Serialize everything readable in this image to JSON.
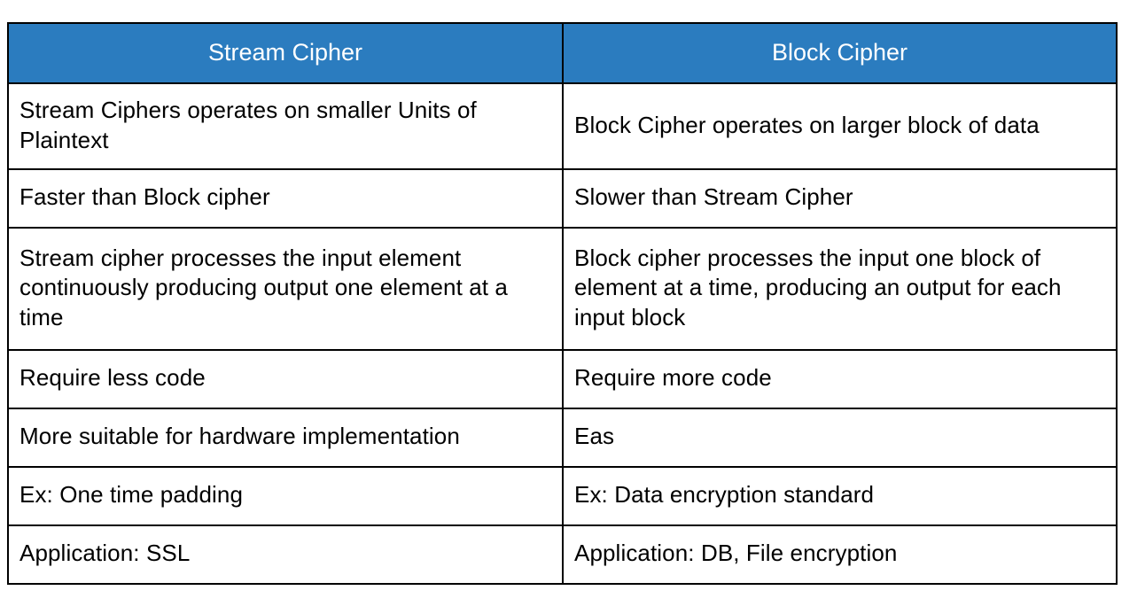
{
  "table": {
    "headers": [
      {
        "label": "Stream Cipher"
      },
      {
        "label": "Block Cipher"
      }
    ],
    "header_background": "#2b7cbf",
    "header_text_color": "#ffffff",
    "border_color": "#000000",
    "rows": [
      {
        "left": "Stream Ciphers operates on smaller Units of Plaintext",
        "right": "Block Cipher operates on larger block of data"
      },
      {
        "left": "Faster than Block cipher",
        "right": "Slower than Stream Cipher"
      },
      {
        "left": "Stream cipher processes the input element continuously producing output one element at a time",
        "right": "Block cipher processes the input one block of element at a time, producing an output for each input block"
      },
      {
        "left": "Require less code",
        "right": "Require more code"
      },
      {
        "left": "More suitable for hardware implementation",
        "right": "Eas"
      },
      {
        "left": "Ex: One time padding",
        "right": "Ex: Data encryption standard"
      },
      {
        "left": "Application: SSL",
        "right": "Application: DB, File encryption"
      }
    ]
  }
}
